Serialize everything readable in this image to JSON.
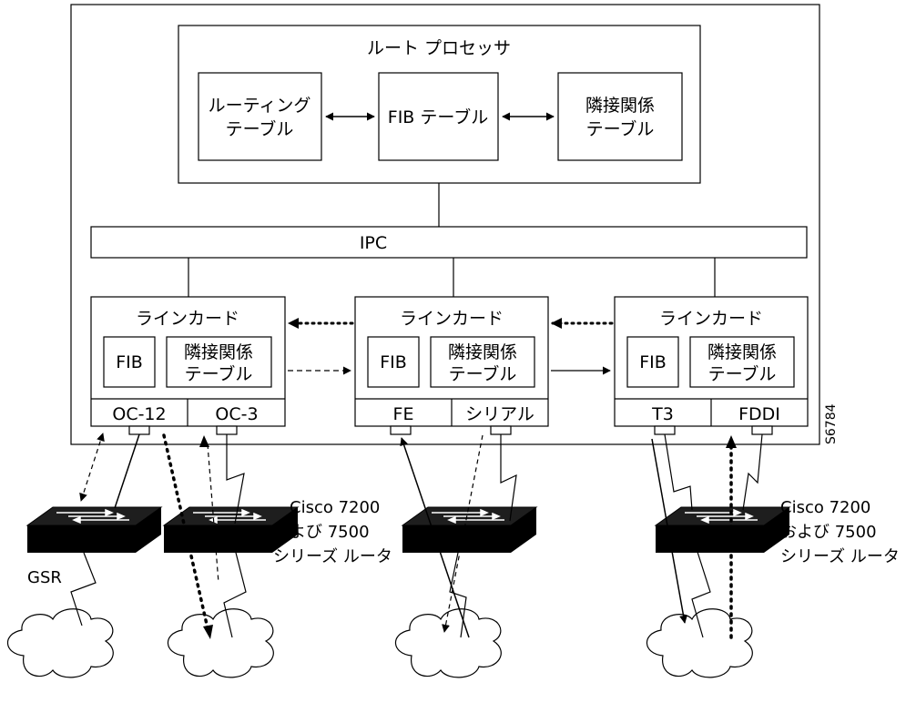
{
  "route_processor": {
    "title": "ルート プロセッサ",
    "routing_table": [
      "ルーティング",
      "テーブル"
    ],
    "fib_table": "FIB テーブル",
    "adjacency_table": [
      "隣接関係",
      "テーブル"
    ]
  },
  "ipc": {
    "label": "IPC"
  },
  "line_cards": [
    {
      "title": "ラインカード",
      "fib": "FIB",
      "adjacency": [
        "隣接関係",
        "テーブル"
      ],
      "ports": [
        "OC-12",
        "OC-3"
      ]
    },
    {
      "title": "ラインカード",
      "fib": "FIB",
      "adjacency": [
        "隣接関係",
        "テーブル"
      ],
      "ports": [
        "FE",
        "シリアル"
      ]
    },
    {
      "title": "ラインカード",
      "fib": "FIB",
      "adjacency": [
        "隣接関係",
        "テーブル"
      ],
      "ports": [
        "T3",
        "FDDI"
      ]
    }
  ],
  "routers": [
    {
      "label": "GSR"
    },
    {
      "label": [
        "Cisco 7200",
        "および 7500",
        "シリーズ ルータ"
      ]
    },
    {
      "label": [
        "Cisco 7200",
        "および 7500",
        "シリーズ ルータ"
      ]
    }
  ],
  "figure_id": "S6784"
}
